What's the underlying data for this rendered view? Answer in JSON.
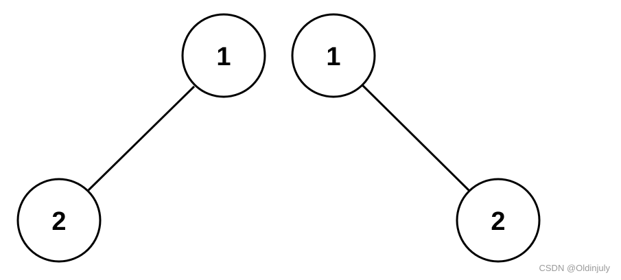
{
  "trees": [
    {
      "nodes": [
        {
          "label": "1"
        },
        {
          "label": "2"
        }
      ],
      "edges": [
        [
          0,
          1
        ]
      ]
    },
    {
      "nodes": [
        {
          "label": "1"
        },
        {
          "label": "2"
        }
      ],
      "edges": [
        [
          0,
          1
        ]
      ]
    }
  ],
  "watermark": "CSDN @Oldinjuly",
  "colors": {
    "stroke": "#000000",
    "node_fill": "#ffffff",
    "watermark": "#9a9a9a"
  }
}
